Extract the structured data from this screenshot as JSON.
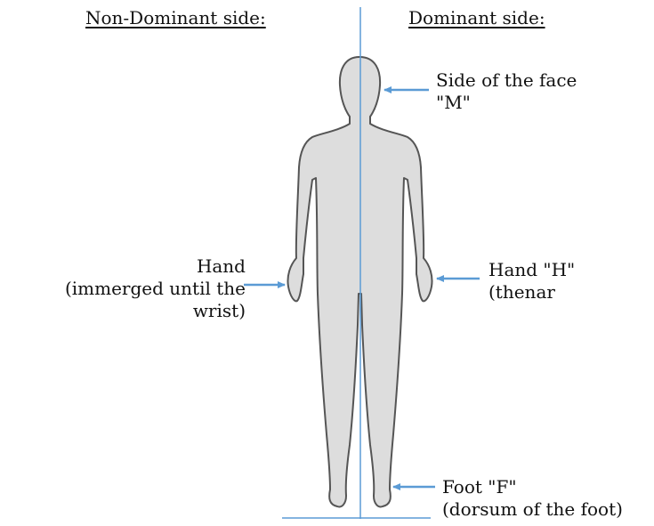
{
  "headers": {
    "left": "Non-Dominant side:",
    "right": "Dominant side:"
  },
  "labels": {
    "face": {
      "line1": "Side of the face",
      "line2": "\"M\""
    },
    "hand_left": {
      "line1": "Hand",
      "line2": "(immerged until the",
      "line3": "wrist)"
    },
    "hand_right": {
      "line1": "Hand \"H\"",
      "line2": "(thenar"
    },
    "foot": {
      "line1": "Foot \"F\"",
      "line2": "(dorsum of the foot)"
    }
  },
  "colors": {
    "body_fill": "#dddddd",
    "body_outline": "#555555",
    "axis_line": "#5b9bd5",
    "arrow": "#5b9bd5",
    "text": "#111111"
  }
}
